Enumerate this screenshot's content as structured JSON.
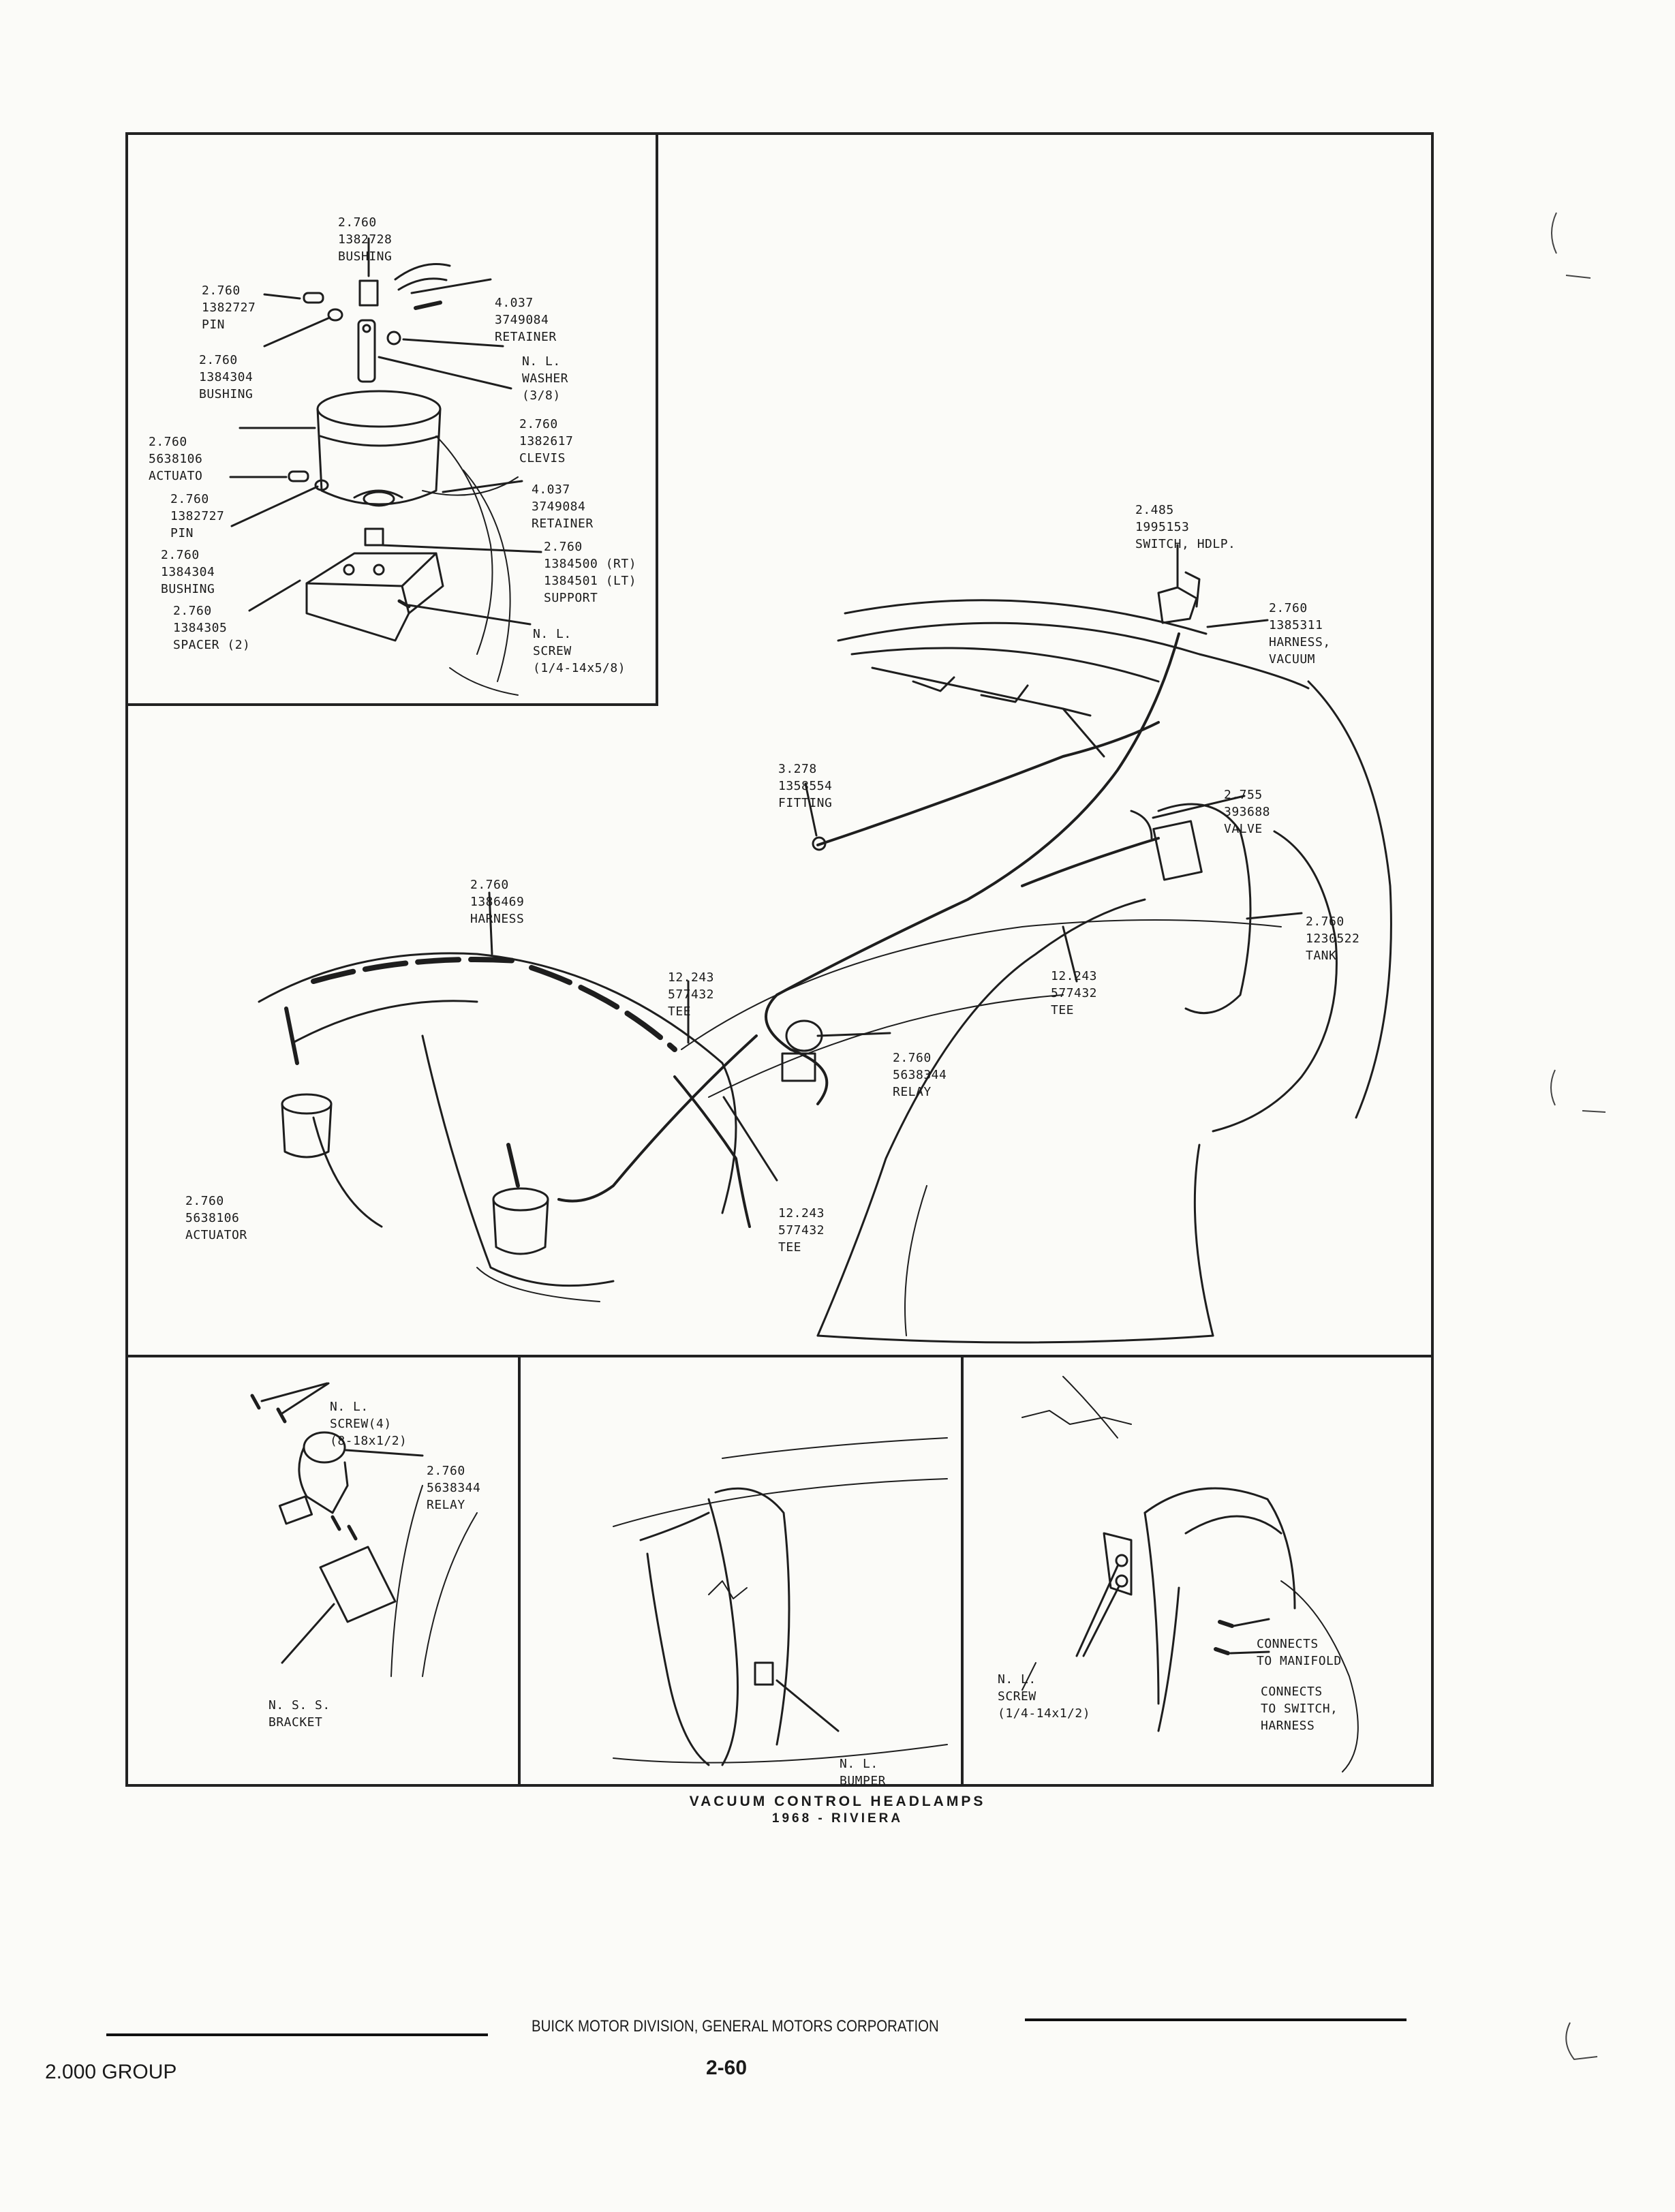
{
  "callouts": {
    "inset_a_bushing_top": [
      "2.760",
      "1382728",
      "BUSHING"
    ],
    "inset_a_pin": [
      "2.760",
      "1382727",
      "PIN"
    ],
    "inset_a_retainer_top": [
      "4.037",
      "3749084",
      "RETAINER"
    ],
    "inset_a_bushing": [
      "2.760",
      "1384304",
      "BUSHING"
    ],
    "inset_a_washer": [
      "N. L.",
      "WASHER",
      "(3/8)"
    ],
    "inset_a_clevis": [
      "2.760",
      "1382617",
      "CLEVIS"
    ],
    "inset_a_actuator": [
      "2.760",
      "5638106",
      "ACTUATO"
    ],
    "inset_a_retainer_bottom": [
      "4.037",
      "3749084",
      "RETAINER"
    ],
    "inset_a_pin_lower": [
      "2.760",
      "1382727",
      "PIN"
    ],
    "inset_a_bushing_lower": [
      "2.760",
      "1384304",
      "BUSHING"
    ],
    "inset_a_support": [
      "2.760",
      "1384500 (RT)",
      "1384501 (LT)",
      "SUPPORT"
    ],
    "inset_a_spacer": [
      "2.760",
      "1384305",
      "SPACER (2)"
    ],
    "inset_a_screw": [
      "N. L.",
      "SCREW",
      "(1/4-14x5/8)"
    ],
    "main_switch": [
      "2.485",
      "1995153",
      "SWITCH, HDLP."
    ],
    "main_harness_vacuum": [
      "2.760",
      "1385311",
      "HARNESS,",
      "VACUUM"
    ],
    "main_fitting": [
      "3.278",
      "1358554",
      "FITTING"
    ],
    "main_valve": [
      "2.755",
      "393688",
      "VALVE"
    ],
    "main_harness": [
      "2.760",
      "1386469",
      "HARNESS"
    ],
    "main_tank": [
      "2.760",
      "1230522",
      "TANK"
    ],
    "main_tee_left": [
      "12.243",
      "577432",
      "TEE"
    ],
    "main_tee_right": [
      "12.243",
      "577432",
      "TEE"
    ],
    "main_relay": [
      "2.760",
      "5638344",
      "RELAY"
    ],
    "main_actuator": [
      "2.760",
      "5638106",
      "ACTUATOR"
    ],
    "main_tee_lower": [
      "12.243",
      "577432",
      "TEE"
    ],
    "detail_screw4": [
      "N. L.",
      "SCREW(4)",
      "(8-18x1/2)"
    ],
    "detail_relay": [
      "2.760",
      "5638344",
      "RELAY"
    ],
    "detail_bracket": [
      "N. S. S.",
      "BRACKET"
    ],
    "detail_bumper": [
      "N. L.",
      "BUMPER"
    ],
    "detail_screw": [
      "N. L.",
      "SCREW",
      "(1/4-14x1/2)"
    ],
    "detail_connects_manifold": [
      "CONNECTS",
      "TO MANIFOLD"
    ],
    "detail_connects_switch": [
      "CONNECTS",
      "TO SWITCH,",
      "HARNESS"
    ]
  },
  "caption": {
    "title": "VACUUM CONTROL HEADLAMPS",
    "subtitle": "1968 - RIVIERA"
  },
  "footer": {
    "division": "BUICK MOTOR DIVISION, GENERAL MOTORS CORPORATION",
    "group": "2.000 GROUP",
    "page": "2-60"
  }
}
